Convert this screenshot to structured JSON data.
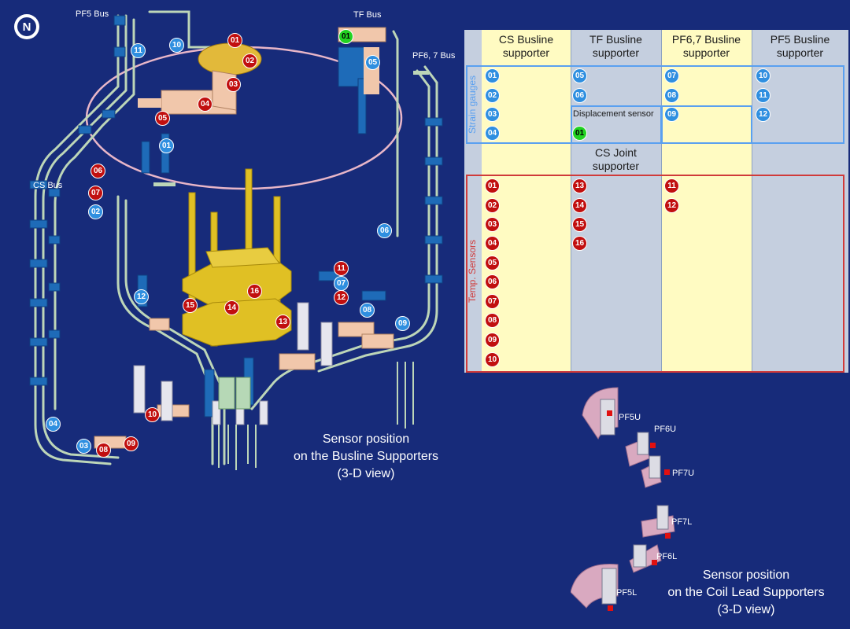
{
  "logo_text": "N",
  "diagram_labels": {
    "pf5_bus": "PF5 Bus",
    "tf_bus": "TF Bus",
    "pf67_bus": "PF6, 7 Bus",
    "cs_bus": "CS Bus"
  },
  "caption_busline": [
    "Sensor position",
    "on the Busline Supporters",
    "(3-D view)"
  ],
  "caption_coil": [
    "Sensor position",
    "on the Coil Lead Supporters",
    "(3-D view)"
  ],
  "coil_leads": [
    "PF5U",
    "PF6U",
    "PF7U",
    "PF7L",
    "PF6L",
    "PF5L"
  ],
  "diagram_badges": {
    "blue": [
      "01",
      "02",
      "03",
      "04",
      "05",
      "06",
      "07",
      "08",
      "09",
      "10",
      "11",
      "12"
    ],
    "red": [
      "01",
      "02",
      "03",
      "04",
      "05",
      "06",
      "07",
      "08",
      "09",
      "10",
      "11",
      "12",
      "13",
      "14",
      "15",
      "16"
    ],
    "green": [
      "01"
    ]
  },
  "table": {
    "columns": [
      "CS Busline supporter",
      "TF Busline supporter",
      "PF6,7 Busline supporter",
      "PF5 Busline supporter"
    ],
    "strain_label": "Strain gauges",
    "temp_label": "Temp. Sensors",
    "displacement_label": "Displacement sensor",
    "cs_joint_label": "CS Joint supporter",
    "strain": {
      "cs": [
        "01",
        "02",
        "03",
        "04"
      ],
      "tf": [
        "05",
        "06"
      ],
      "pf67": [
        "07",
        "08",
        "09"
      ],
      "pf5": [
        "10",
        "11",
        "12"
      ]
    },
    "displacement": [
      "01"
    ],
    "temp": {
      "cs": [
        "01",
        "02",
        "03",
        "04",
        "05",
        "06",
        "07",
        "08",
        "09",
        "10"
      ],
      "joint": [
        "13",
        "14",
        "15",
        "16"
      ],
      "pf67": [
        "11",
        "12"
      ]
    }
  },
  "colors": {
    "background": "#172b7a",
    "strain_gauge": "#2f8fe0",
    "temp_sensor": "#c10f0f",
    "displacement": "#22d322",
    "column_yellow": "#fffbc2",
    "column_grey": "#c5cfdf"
  }
}
